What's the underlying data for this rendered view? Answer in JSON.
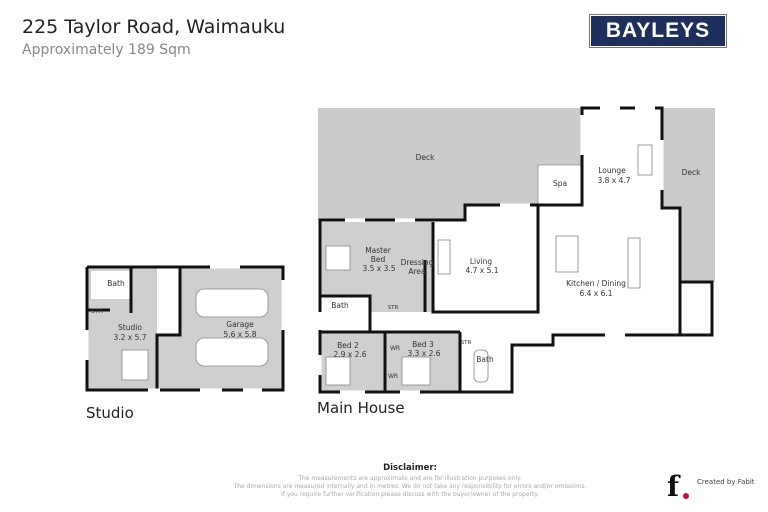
{
  "header": {
    "address": "225 Taylor Road, Waimauku",
    "area": "Approximately 189 Sqm",
    "logo_text": "BAYLEYS",
    "logo_color": "#1d2f5c"
  },
  "studio": {
    "caption": "Studio",
    "rooms": {
      "bath": "Bath",
      "str": "STR",
      "studio_name": "Studio",
      "studio_dim": "3.2 x 5.7",
      "garage_name": "Garage",
      "garage_dim": "5.6 x 5.8"
    }
  },
  "main": {
    "caption": "Main House",
    "rooms": {
      "deck": "Deck",
      "deck_right": "Deck",
      "spa": "Spa",
      "lounge_name": "Lounge",
      "lounge_dim": "3.8 x 4.7",
      "master_name1": "Master",
      "master_name2": "Bed",
      "master_dim": "3.5 x 3.5",
      "dressing1": "Dressing",
      "dressing2": "Area",
      "living_name": "Living",
      "living_dim": "4.7 x 5.1",
      "kitchen_name": "Kitchen / Dining",
      "kitchen_dim": "6.4 x 6.1",
      "bath1": "Bath",
      "str1": "STR",
      "bed2_name": "Bed 2",
      "bed2_dim": "2.9 x 2.6",
      "wr1": "WR",
      "wr2": "WR",
      "bed3_name": "Bed 3",
      "bed3_dim": "3.3 x 2.6",
      "str2": "STR",
      "bath2": "Bath"
    }
  },
  "disclaimer": {
    "heading": "Disclaimer:",
    "lines": [
      "The measurements are approximate and are for illustration purposes only.",
      "The dimensions are measured internally and in metres. We do not take any responsibility for errors and/or omissions.",
      "If you require further verification please discuss with the buyer/owner of the property."
    ]
  },
  "credit": {
    "text": "Created by Fabit",
    "mark": "f"
  }
}
